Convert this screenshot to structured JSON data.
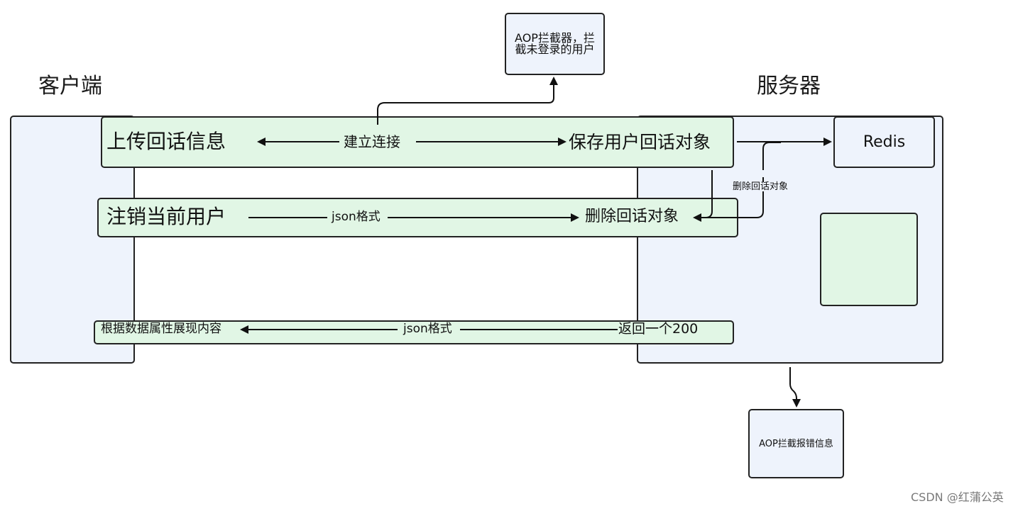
{
  "columns": {
    "client": "客户端",
    "server": "服务器"
  },
  "top_box": {
    "line1": "AOP拦截器，拦",
    "line2": "截未登录的用户"
  },
  "bottom_box": {
    "label": "AOP拦截报错信息"
  },
  "redis": {
    "label": "Redis"
  },
  "row1": {
    "left": "上传回话信息",
    "middle": "建立连接",
    "right": "保存用户回话对象"
  },
  "row2": {
    "left": "注销当前用户",
    "middle": "json格式",
    "right": "删除回话对象"
  },
  "row3": {
    "left": "根据数据属性展现内容",
    "middle": "json格式",
    "right": "返回一个200"
  },
  "side_label": "删除回话对象",
  "watermark": "CSDN @红蒲公英",
  "colors": {
    "panel": "#eef3fc",
    "band": "#e1f6e5",
    "stroke": "#222222"
  }
}
